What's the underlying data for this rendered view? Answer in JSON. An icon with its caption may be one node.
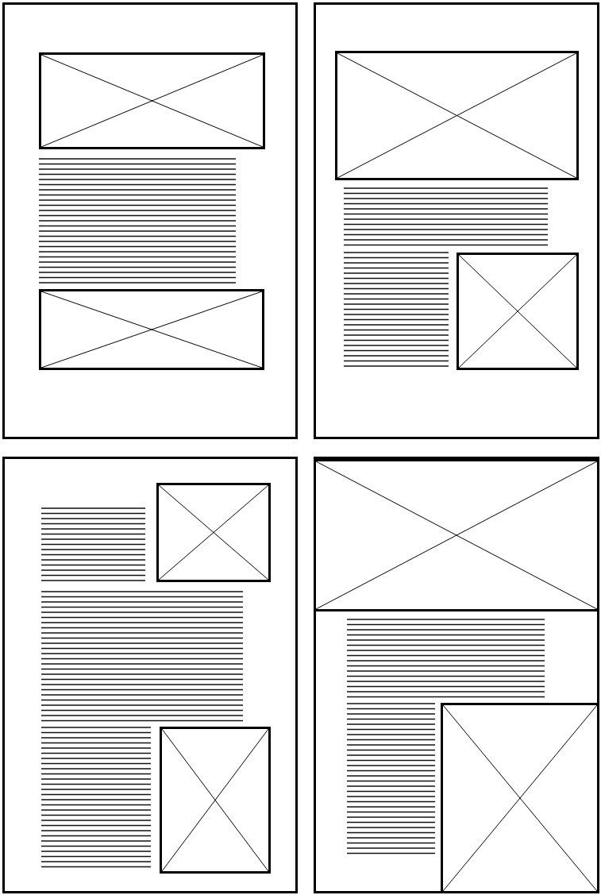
{
  "diagram": {
    "nodes": [
      {
        "text": [],
        "shape": "box"
      },
      {
        "text": [],
        "shape": "box",
        "in": 0
      },
      {
        "text": [],
        "shape": "box",
        "in": 0
      },
      {
        "text": [],
        "shape": "box"
      },
      {
        "text": [],
        "shape": "box",
        "in": 3
      },
      {
        "text": [],
        "shape": "box",
        "in": 3
      },
      {
        "text": [],
        "shape": "box"
      },
      {
        "text": [],
        "shape": "box",
        "in": 6
      },
      {
        "text": [],
        "shape": "box",
        "in": 6
      },
      {
        "text": [],
        "shape": "box"
      },
      {
        "text": [],
        "shape": "box",
        "in": 9
      },
      {
        "text": [],
        "shape": "box",
        "in": 9
      }
    ]
  }
}
